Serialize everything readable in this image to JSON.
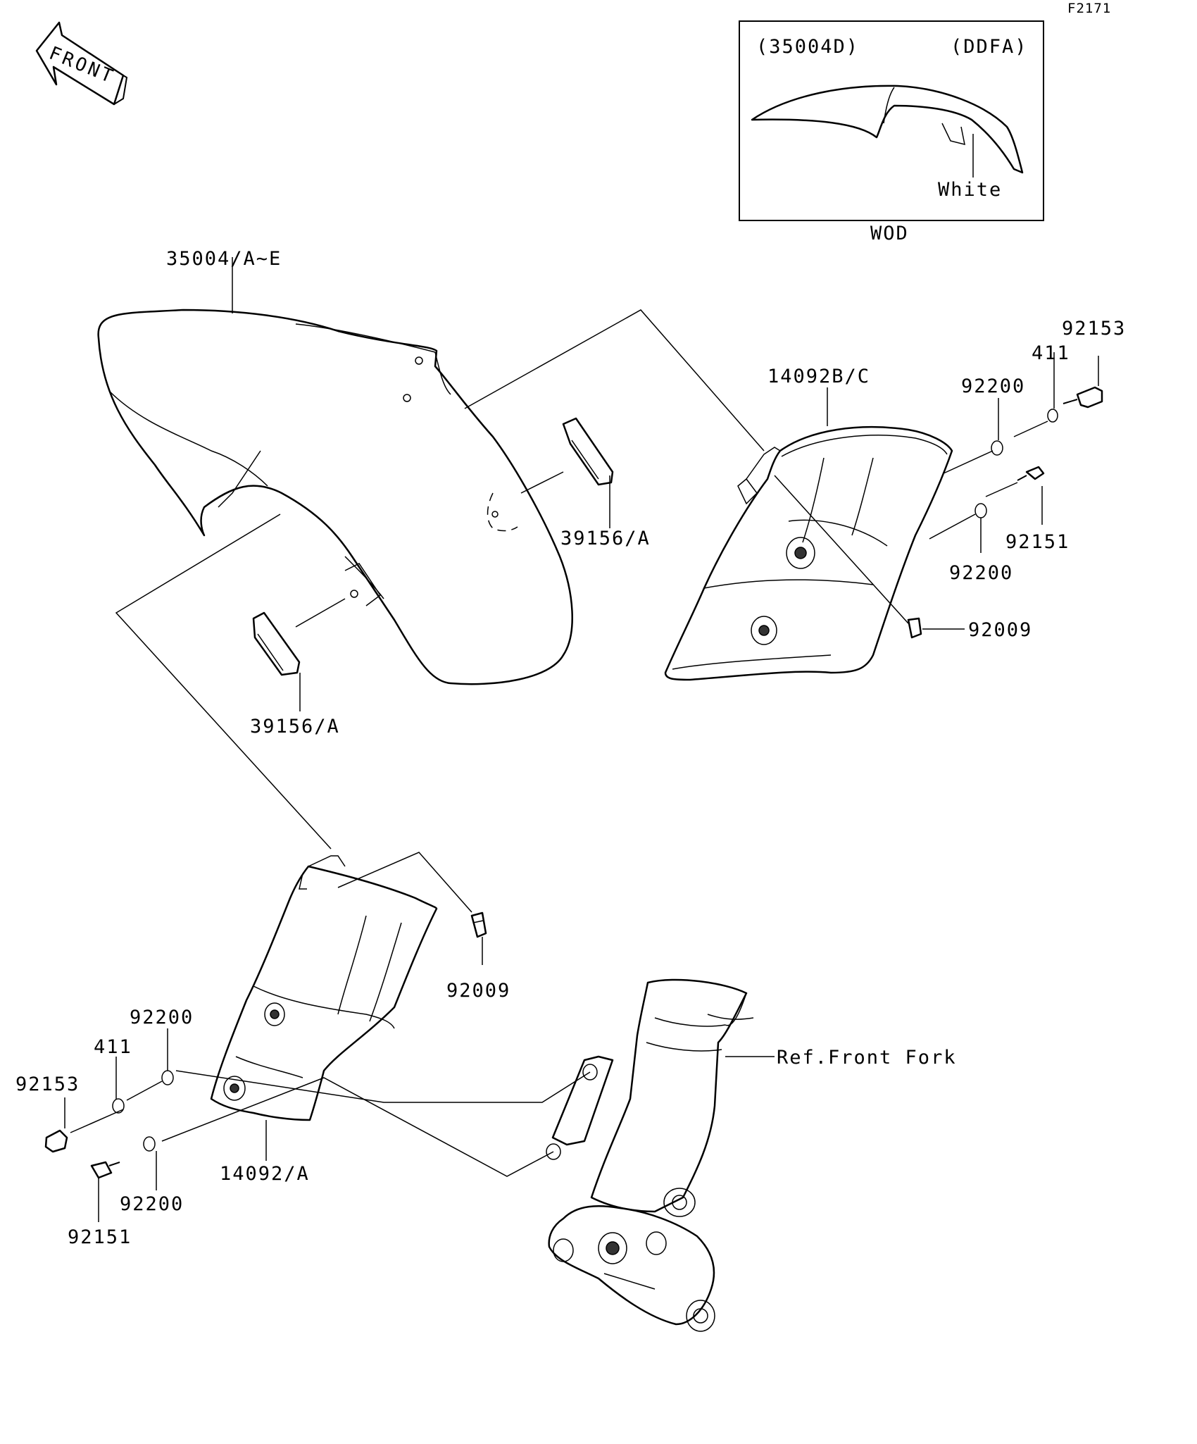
{
  "diagram_code": "F2171",
  "front_marker": "FRONT",
  "inset": {
    "left_code": "(35004D)",
    "right_code": "(DDFA)",
    "color_note": "White",
    "caption": "WOD"
  },
  "labels": {
    "fender": "35004/A~E",
    "pad_upper": "39156/A",
    "pad_lower": "39156/A",
    "cover_right": "14092B/C",
    "cover_left": "14092/A",
    "washer_r1": "92200",
    "washer_r2": "92200",
    "washer_l1": "92200",
    "washer_l2": "92200",
    "nut_411_r": "411",
    "nut_411_l": "411",
    "bolt_92153_r": "92153",
    "bolt_92153_l": "92153",
    "bolt_92151_r": "92151",
    "bolt_92151_l": "92151",
    "screw_92009_r": "92009",
    "screw_92009_l": "92009",
    "ref_fork": "Ref.Front Fork"
  }
}
